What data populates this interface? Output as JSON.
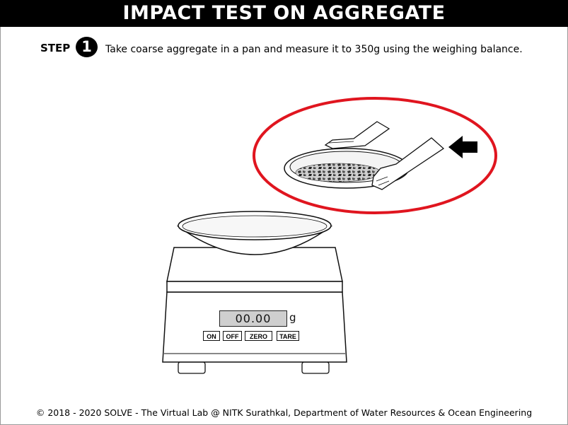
{
  "header": {
    "title": "IMPACT TEST ON AGGREGATE"
  },
  "step": {
    "label": "STEP",
    "number": "1",
    "instruction": "Take coarse aggregate in a pan and measure it to 350g using the weighing balance."
  },
  "balance": {
    "display_value": "00.00",
    "unit": "g",
    "buttons": [
      "ON",
      "OFF",
      "ZERO",
      "TARE"
    ]
  },
  "footer": {
    "text": "© 2018 - 2020 SOLVE - The Virtual Lab @ NITK Surathkal, Department of Water Resources & Ocean Engineering"
  },
  "colors": {
    "highlight_ring": "#e0151f",
    "display_bg": "#cfcfcf"
  }
}
